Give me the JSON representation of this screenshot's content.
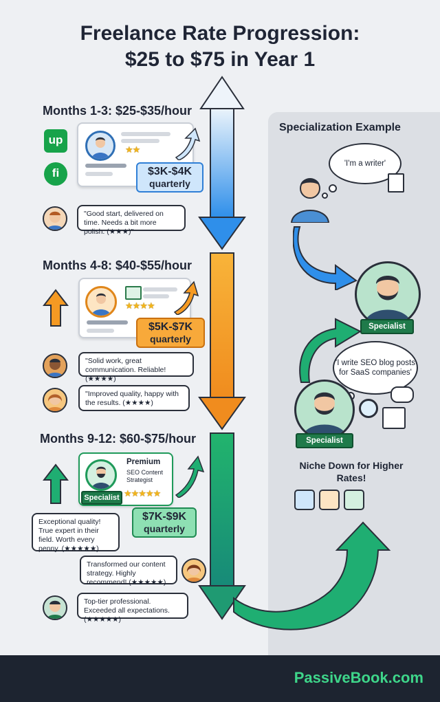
{
  "title": {
    "line1": "Freelance Rate Progression:",
    "line2": "$25 to $75 in Year 1"
  },
  "stages": [
    {
      "heading": "Months 1-3: $25-$35/hour",
      "earnings": {
        "amount": "$3K-$4K",
        "period": "quarterly"
      },
      "rating": "★★",
      "reviews": [
        {
          "text": "\"Good start, delivered on time. Needs a bit more polish. (★★★)\""
        }
      ]
    },
    {
      "heading": "Months 4-8: $40-$55/hour",
      "earnings": {
        "amount": "$5K-$7K",
        "period": "quarterly"
      },
      "rating": "★★★★",
      "reviews": [
        {
          "text": "\"Solid work, great communication. Reliable! (★★★★)"
        },
        {
          "text": "\"Improved quality, happy with the results. (★★★★)"
        }
      ]
    },
    {
      "heading": "Months 9-12: $60-$75/hour",
      "earnings": {
        "amount": "$7K-$9K",
        "period": "quarterly"
      },
      "rating": "★★★★★",
      "profile": {
        "title": "Premium",
        "subtitle": "SEO Content Strategist",
        "badge": "Specialist"
      },
      "reviews": [
        {
          "text": "Exceptional quality! True expert in their field. Worth every penny. (★★★★★)"
        },
        {
          "text": "Transformed our content strategy. Highly recommend! (★★★★★)"
        },
        {
          "text": "Top-tier professional. Exceeded all expectations. (★★★★★)"
        }
      ]
    }
  ],
  "platforms": [
    {
      "label": "up"
    },
    {
      "label": "fi"
    }
  ],
  "specialization": {
    "heading": "Specialization Example",
    "thought1": "'I'm a writer'",
    "badge1": "Specialist",
    "thought2": "'I write SEO blog posts for SaaS companies'",
    "badge2": "Specialist",
    "niche": "Niche Down for Higher Rates!"
  },
  "footer": {
    "brand": "PassiveBook.com"
  },
  "colors": {
    "blue": "#2f8fea",
    "orange": "#f59a23",
    "green": "#1fae72",
    "footer": "#1d2430",
    "brand": "#3ed68a"
  }
}
